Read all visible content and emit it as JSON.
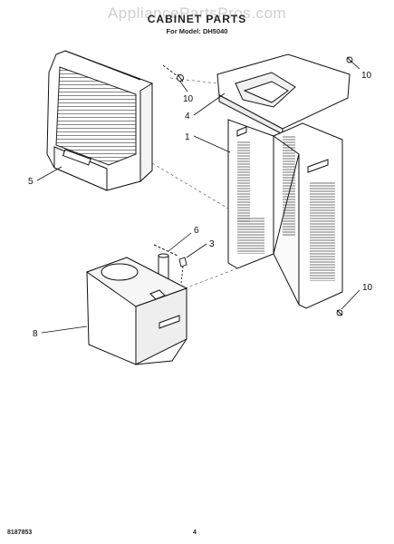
{
  "watermark": "AppliancePartsPros.com",
  "title": "CABINET PARTS",
  "subtitle": "For Model: DH5040",
  "callouts": {
    "part_10_top": "10",
    "part_10_right": "10",
    "part_10_bottom": "10",
    "part_4": "4",
    "part_1": "1",
    "part_5": "5",
    "part_6": "6",
    "part_3": "3",
    "part_8": "8"
  },
  "footer": {
    "doc_number": "8187853",
    "page_number": "4"
  }
}
